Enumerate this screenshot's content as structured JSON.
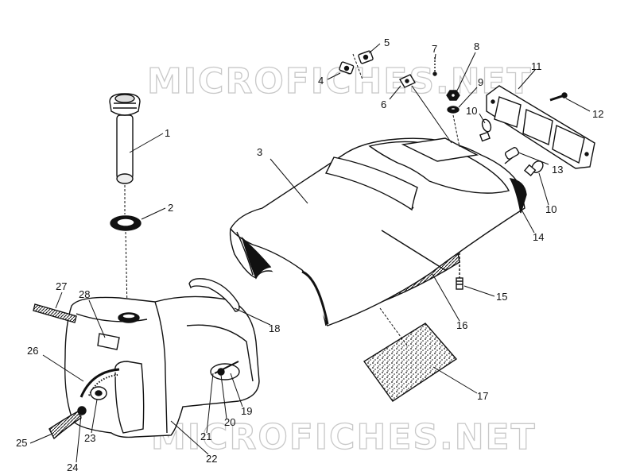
{
  "watermark": "MICROFICHES.NET",
  "callouts": [
    {
      "id": "1",
      "part": "fuel-filler-neck"
    },
    {
      "id": "2",
      "part": "neck-grommet"
    },
    {
      "id": "3",
      "part": "seat"
    },
    {
      "id": "4",
      "part": "clip"
    },
    {
      "id": "5",
      "part": "clip"
    },
    {
      "id": "6",
      "part": "bracket"
    },
    {
      "id": "7",
      "part": "pin"
    },
    {
      "id": "8",
      "part": "nut"
    },
    {
      "id": "9",
      "part": "washer"
    },
    {
      "id": "10",
      "part": "bulb"
    },
    {
      "id": "10",
      "part": "bulb"
    },
    {
      "id": "11",
      "part": "taillight-lens"
    },
    {
      "id": "12",
      "part": "screw"
    },
    {
      "id": "13",
      "part": "socket"
    },
    {
      "id": "14",
      "part": "seat-trim"
    },
    {
      "id": "15",
      "part": "bolt"
    },
    {
      "id": "16",
      "part": "seat-base"
    },
    {
      "id": "17",
      "part": "foam-pad"
    },
    {
      "id": "18",
      "part": "strap"
    },
    {
      "id": "19",
      "part": "fitting"
    },
    {
      "id": "20",
      "part": "fitting"
    },
    {
      "id": "21",
      "part": "clamp"
    },
    {
      "id": "22",
      "part": "fuel-tank"
    },
    {
      "id": "23",
      "part": "fitting"
    },
    {
      "id": "24",
      "part": "clamp"
    },
    {
      "id": "25",
      "part": "fuel-line"
    },
    {
      "id": "26",
      "part": "fuel-gauge-decal"
    },
    {
      "id": "27",
      "part": "vent-hose"
    },
    {
      "id": "28",
      "part": "fuel-cap-label"
    }
  ]
}
